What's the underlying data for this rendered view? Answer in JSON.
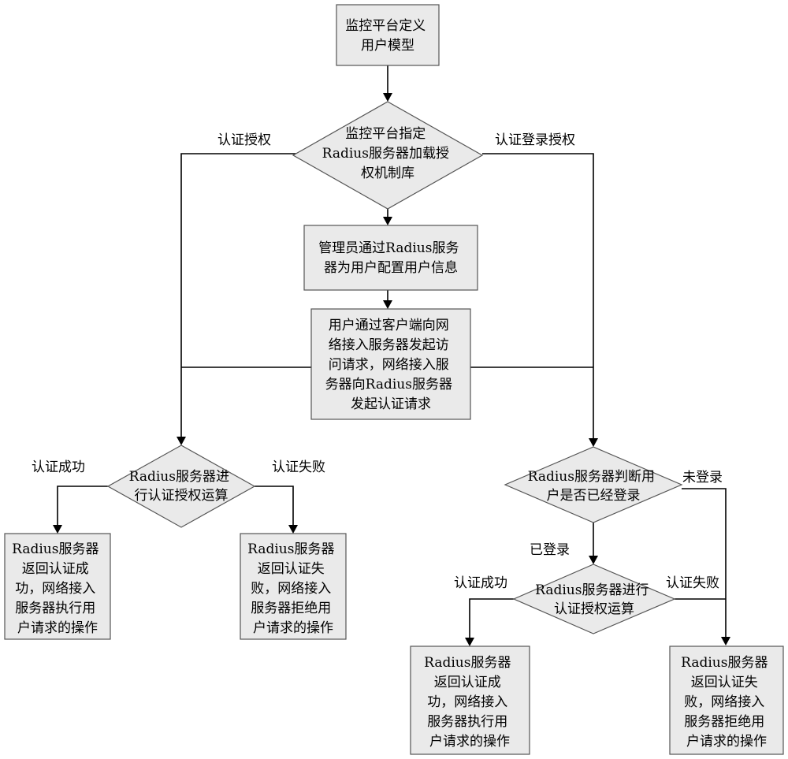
{
  "nodes": {
    "define_model": {
      "lines": [
        "监控平台定义",
        "用户模型"
      ]
    },
    "specify_server": {
      "lines": [
        "监控平台指定",
        "Radius服务器加载授",
        "权机制库"
      ]
    },
    "admin_config": {
      "lines": [
        "管理员通过Radius服务",
        "器为用户配置用户信息"
      ]
    },
    "user_request": {
      "lines": [
        "用户通过客户端向网",
        "络接入服务器发起访",
        "问请求，网络接入服",
        "务器向Radius服务器",
        "发起认证请求"
      ]
    },
    "auth_compute_left": {
      "lines": [
        "Radius服务器进",
        "行认证授权运算"
      ]
    },
    "success_left": {
      "lines": [
        "Radius服务器",
        "返回认证成",
        "功，网络接入",
        "服务器执行用",
        "户请求的操作"
      ]
    },
    "fail_left": {
      "lines": [
        "Radius服务器",
        "返回认证失",
        "败，网络接入",
        "服务器拒绝用",
        "户请求的操作"
      ]
    },
    "check_login": {
      "lines": [
        "Radius服务器判断用",
        "户是否已经登录"
      ]
    },
    "auth_compute_right": {
      "lines": [
        "Radius服务器进行",
        "认证授权运算"
      ]
    },
    "success_right": {
      "lines": [
        "Radius服务器",
        "返回认证成",
        "功，网络接入",
        "服务器执行用",
        "户请求的操作"
      ]
    },
    "fail_right": {
      "lines": [
        "Radius服务器",
        "返回认证失",
        "败，网络接入",
        "服务器拒绝用",
        "户请求的操作"
      ]
    }
  },
  "edge_labels": {
    "auth_authorize": "认证授权",
    "auth_login_authorize": "认证登录授权",
    "success_left": "认证成功",
    "fail_left": "认证失败",
    "not_logged_in": "未登录",
    "logged_in": "已登录",
    "success_right": "认证成功",
    "fail_right": "认证失败"
  },
  "colors": {
    "node_fill": "#eaeaea",
    "node_stroke": "#555555",
    "line": "#000000"
  }
}
